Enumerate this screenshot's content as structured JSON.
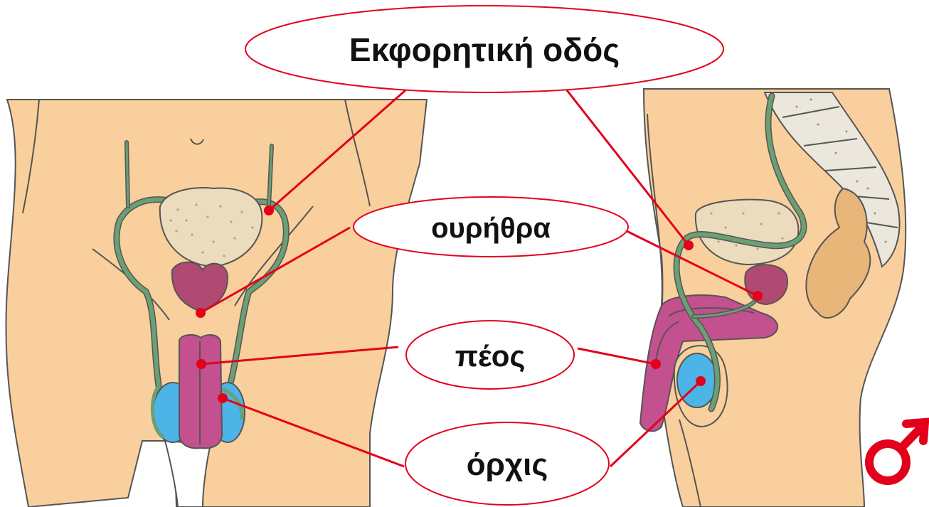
{
  "labels": {
    "vas_deferens": "Εκφορητική οδός",
    "urethra": "ουρήθρα",
    "penis": "πέος",
    "testis": "όρχις"
  },
  "male_symbol": "♂",
  "colors": {
    "skin": "#f9cf9d",
    "outline": "#555555",
    "duct": "#6b9f74",
    "bladder": "#ecdcbe",
    "prostate": "#b04a73",
    "penis": "#c3508f",
    "testis": "#4cb4e6",
    "spine": "#ebe7dc",
    "intestine": "#e8b679",
    "leader": "#e3001b"
  },
  "icons": [
    "male-symbol-icon"
  ]
}
